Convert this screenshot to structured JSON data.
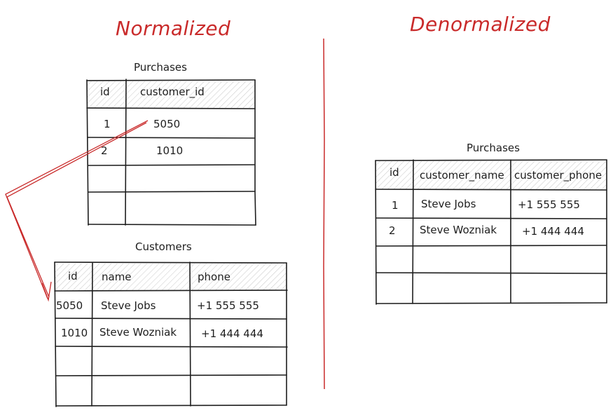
{
  "headings": {
    "left": "Normalized",
    "right": "Denormalized"
  },
  "normalized": {
    "purchases": {
      "caption": "Purchases",
      "columns": [
        "id",
        "customer_id"
      ],
      "rows": [
        [
          "1",
          "5050"
        ],
        [
          "2",
          "1010"
        ],
        [
          "",
          ""
        ],
        [
          "",
          ""
        ]
      ]
    },
    "customers": {
      "caption": "Customers",
      "columns": [
        "id",
        "name",
        "phone"
      ],
      "rows": [
        [
          "5050",
          "Steve Jobs",
          "+1 555 555"
        ],
        [
          "1010",
          "Steve Wozniak",
          "+1 444 444"
        ],
        [
          "",
          "",
          ""
        ],
        [
          "",
          "",
          ""
        ]
      ]
    }
  },
  "denormalized": {
    "purchases": {
      "caption": "Purchases",
      "columns": [
        "id",
        "customer_name",
        "customer_phone"
      ],
      "rows": [
        [
          "1",
          "Steve Jobs",
          "+1 555 555"
        ],
        [
          "2",
          "Steve Wozniak",
          "+1 444 444"
        ],
        [
          "",
          "",
          ""
        ],
        [
          "",
          "",
          ""
        ]
      ]
    }
  },
  "colors": {
    "accent": "#c92a2a",
    "ink": "#1e1e1e"
  }
}
